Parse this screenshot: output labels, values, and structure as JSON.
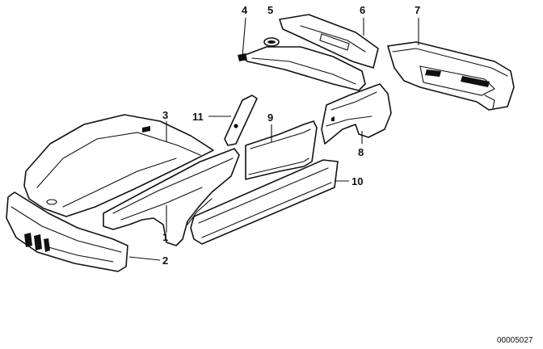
{
  "diagram": {
    "callouts": [
      {
        "id": "1",
        "label": "1"
      },
      {
        "id": "2",
        "label": "2"
      },
      {
        "id": "3",
        "label": "3"
      },
      {
        "id": "4",
        "label": "4"
      },
      {
        "id": "5",
        "label": "5"
      },
      {
        "id": "6",
        "label": "6"
      },
      {
        "id": "7",
        "label": "7"
      },
      {
        "id": "8",
        "label": "8"
      },
      {
        "id": "9",
        "label": "9"
      },
      {
        "id": "10",
        "label": "10"
      },
      {
        "id": "11",
        "label": "11"
      }
    ],
    "reference_code": "00005027",
    "colors": {
      "ink": "#111111",
      "background": "#ffffff"
    }
  }
}
